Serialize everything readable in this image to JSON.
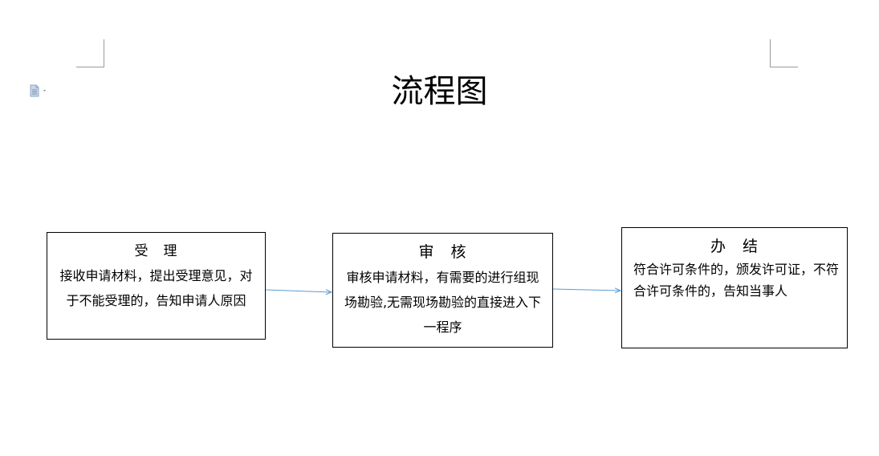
{
  "title": "流程图",
  "colors": {
    "arrow": "#5b9bd5",
    "border": "#000000",
    "crop_mark": "#9a9a9a"
  },
  "icons": {
    "margin_icon": "document-icon"
  },
  "steps": [
    {
      "heading": "受　理",
      "description": "接收申请材料，提出受理意见，对于不能受理的，告知申请人原因"
    },
    {
      "heading": "审　核",
      "description": "审核申请材料，有需要的进行组现场勘验,无需现场勘验的直接进入下一程序"
    },
    {
      "heading": "办　结",
      "description": "符合许可条件的，颁发许可证，不符合许可条件的，告知当事人"
    }
  ]
}
